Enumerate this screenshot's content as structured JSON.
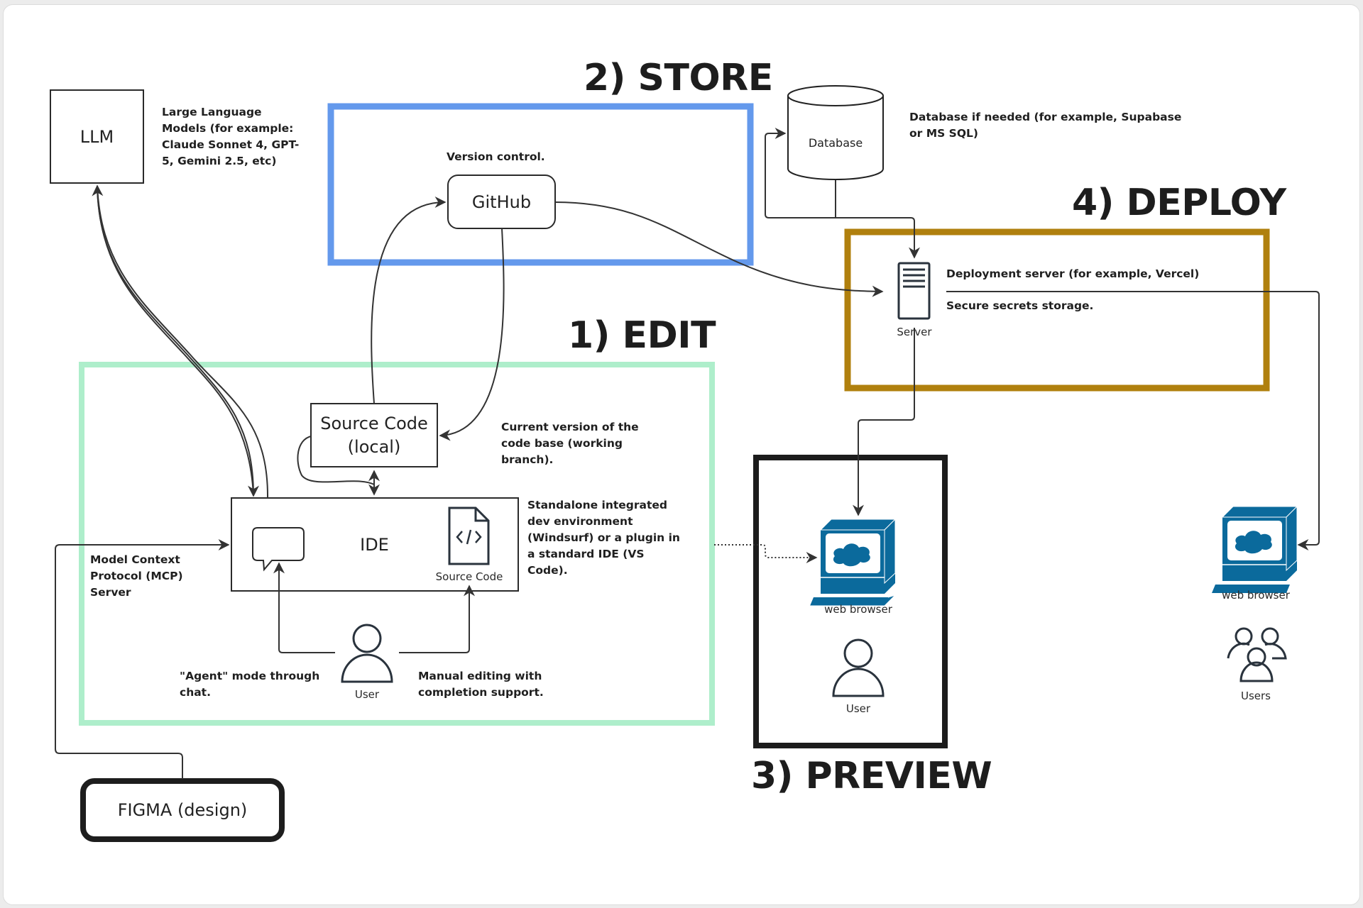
{
  "headings": {
    "edit": "1) EDIT",
    "store": "2) STORE",
    "preview": "3) PREVIEW",
    "deploy": "4) DEPLOY"
  },
  "colors": {
    "edit_border": "#aeeecb",
    "store_border": "#6499ec",
    "preview_border": "#1c1c1c",
    "deploy_border": "#b0800e",
    "icon_blue": "#0b6a9c",
    "icon_dark": "#2a333d",
    "line": "#333333"
  },
  "nodes": {
    "llm": {
      "label": "LLM",
      "note": "Large Language Models (for example: Claude Sonnet 4, GPT-5, Gemini 2.5, etc)"
    },
    "github": {
      "label": "GitHub",
      "note": "Version control."
    },
    "database": {
      "label": "Database",
      "note": "Database if needed (for example, Supabase or MS SQL)"
    },
    "server": {
      "label": "Server",
      "note_primary": "Deployment server (for example, Vercel)",
      "note_secondary": "Secure secrets storage."
    },
    "source_local": {
      "label_line1": "Source Code",
      "label_line2": "(local)",
      "note": "Current version of the code base (working branch)."
    },
    "ide": {
      "label": "IDE",
      "file_icon_label": "Source Code",
      "note": "Standalone integrated dev environment (Windsurf) or a plugin in a standard IDE (VS Code)."
    },
    "mcp": {
      "note": "Model Context Protocol (MCP) Server"
    },
    "edit_user": {
      "label": "User",
      "agent_note": "\"Agent\" mode through chat.",
      "manual_note": "Manual editing with completion support."
    },
    "preview_browser": {
      "label": "web browser"
    },
    "preview_user": {
      "label": "User"
    },
    "prod_browser": {
      "label": "web browser"
    },
    "prod_users": {
      "label": "Users"
    },
    "figma": {
      "label": "FIGMA (design)"
    }
  }
}
